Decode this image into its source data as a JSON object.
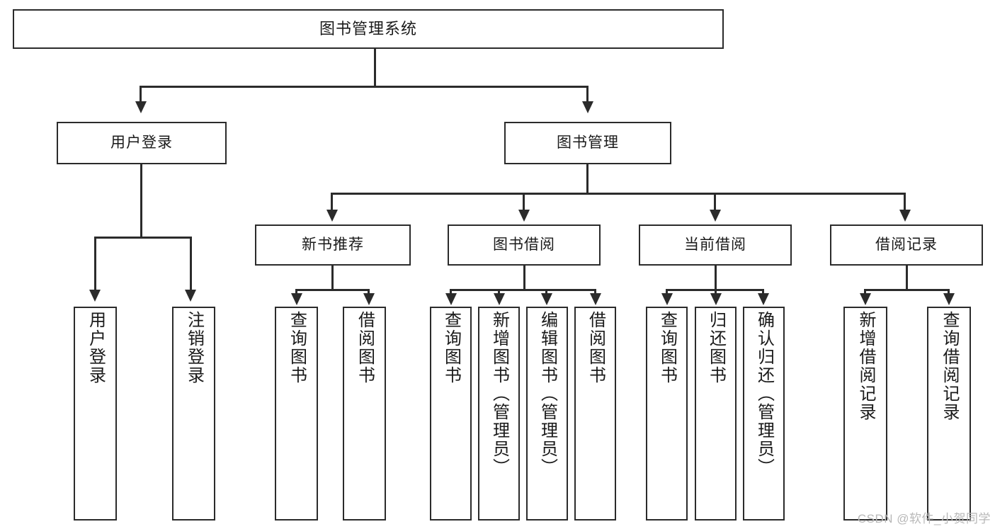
{
  "diagram": {
    "title_node": {
      "label": "图书管理系统"
    },
    "level2": [
      {
        "id": "user-login",
        "label": "用户登录"
      },
      {
        "id": "book-management",
        "label": "图书管理"
      }
    ],
    "level3": [
      {
        "id": "new-book-recommend",
        "label": "新书推荐"
      },
      {
        "id": "book-borrow",
        "label": "图书借阅"
      },
      {
        "id": "current-borrow",
        "label": "当前借阅"
      },
      {
        "id": "borrow-record",
        "label": "借阅记录"
      }
    ],
    "leaves": {
      "user_login": [
        {
          "id": "leaf-user-login",
          "label": "用户登录"
        },
        {
          "id": "leaf-logout-login",
          "label": "注销登录"
        }
      ],
      "new_book_recommend": [
        {
          "id": "leaf-query-book-1",
          "label": "查询图书"
        },
        {
          "id": "leaf-borrow-book-1",
          "label": "借阅图书"
        }
      ],
      "book_borrow": [
        {
          "id": "leaf-query-book-2",
          "label": "查询图书"
        },
        {
          "id": "leaf-add-book",
          "label": "新增图书（管理员）"
        },
        {
          "id": "leaf-edit-book",
          "label": "编辑图书（管理员）"
        },
        {
          "id": "leaf-borrow-book-2",
          "label": "借阅图书"
        }
      ],
      "current_borrow": [
        {
          "id": "leaf-query-book-3",
          "label": "查询图书"
        },
        {
          "id": "leaf-return-book",
          "label": "归还图书"
        },
        {
          "id": "leaf-confirm-return",
          "label": "确认归还（管理员）"
        }
      ],
      "borrow_record": [
        {
          "id": "leaf-add-record",
          "label": "新增借阅记录"
        },
        {
          "id": "leaf-query-record",
          "label": "查询借阅记录"
        }
      ]
    }
  },
  "watermark": {
    "text": "CSDN @软件_小贺同学"
  },
  "colors": {
    "stroke": "#2b2b2b",
    "fill": "#ffffff",
    "text": "#1a1a1a",
    "watermark": "#b8b8b8"
  }
}
